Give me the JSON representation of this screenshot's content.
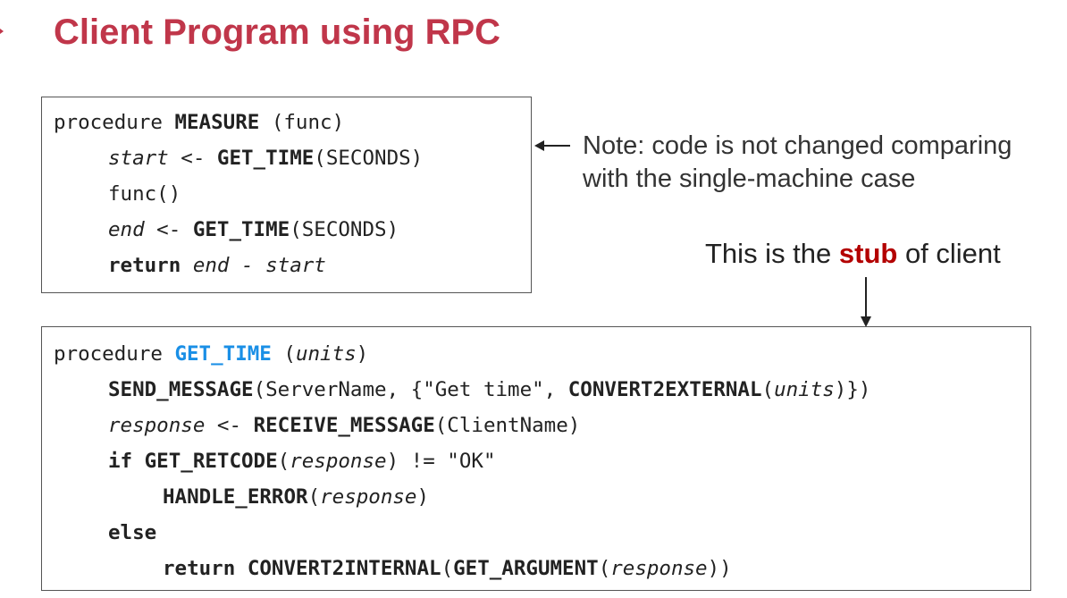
{
  "slide": {
    "title": "Client Program using RPC"
  },
  "measure_box": {
    "lines": [
      [
        "procedure ",
        "MEASURE",
        " (func)"
      ],
      [
        "start",
        " <- ",
        "GET_TIME",
        "(SECONDS)"
      ],
      [
        "func()"
      ],
      [
        "end",
        " <- ",
        "GET_TIME",
        "(SECONDS)"
      ],
      [
        "return",
        " ",
        "end - start"
      ]
    ]
  },
  "note": {
    "line1": "Note: code is not changed comparing",
    "line2": "with the single-machine case"
  },
  "stub_note": {
    "before": "This is the ",
    "highlight": "stub",
    "after": " of client"
  },
  "get_time_box": {
    "lines": [
      [
        "procedure ",
        "GET_TIME",
        " (",
        "units",
        ")"
      ],
      [
        "SEND_MESSAGE",
        "(ServerName, {\"Get time\", ",
        "CONVERT2EXTERNAL",
        "(",
        "units",
        ")})"
      ],
      [
        "response",
        " <- ",
        "RECEIVE_MESSAGE",
        "(ClientName)"
      ],
      [
        "if",
        " ",
        "GET_RETCODE",
        "(",
        "response",
        ") != \"OK\""
      ],
      [
        "HANDLE_ERROR",
        "(",
        "response",
        ")"
      ],
      [
        "else"
      ],
      [
        "return",
        " ",
        "CONVERT2INTERNAL",
        "(",
        "GET_ARGUMENT",
        "(",
        "response",
        "))"
      ]
    ]
  },
  "colors": {
    "title": "#c0364a",
    "keyword_highlight": "#1a8fe6",
    "stub_highlight": "#b30000"
  }
}
